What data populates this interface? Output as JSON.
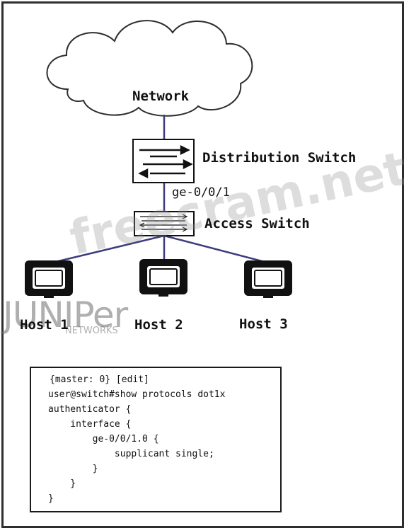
{
  "diagram": {
    "network_label": "Network",
    "distribution_switch_label": "Distribution Switch",
    "port_label": "ge-0/0/1",
    "access_switch_label": "Access Switch",
    "hosts": [
      "Host 1",
      "Host 2",
      "Host 3"
    ],
    "link_color": "#3d3d7e"
  },
  "watermark": {
    "text": "freecram.net",
    "logo_text": "JUNIPer",
    "logo_sub": "NETWORKS"
  },
  "code": {
    "lines": [
      "{master: 0} [edit]",
      "user@switch#show protocols dot1x",
      "authenticator {",
      "    interface {",
      "        ge-0/0/1.0 {",
      "            supplicant single;",
      "        }",
      "    }",
      "}"
    ]
  },
  "icons": {
    "cloud": "cloud-icon",
    "distribution_switch": "switch-icon",
    "access_switch": "switch-icon",
    "host": "monitor-icon"
  }
}
